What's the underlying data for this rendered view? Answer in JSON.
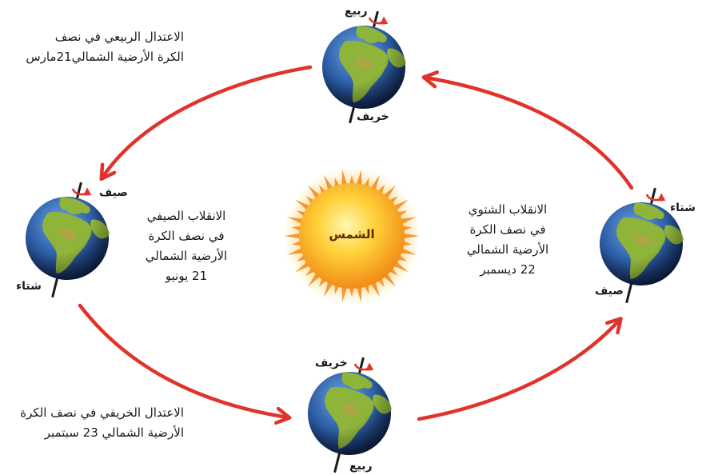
{
  "sun_label": "الشمس",
  "colors": {
    "orbit_arrow": "#e0332b",
    "ocean": "#2e5fa8",
    "land": "#8fb43a",
    "sun_core": "#ffcf3a",
    "sun_rays": "#f08a1c"
  },
  "positions": {
    "top": {
      "caption": [
        "الاعتدال الربيعي  في نصف",
        "الكرة الأرضية الشمالي21مارس"
      ],
      "north_season": "ربيع",
      "south_season": "خريف"
    },
    "left": {
      "caption": [
        "الانقلاب الصيفي",
        "في نصف الكرة",
        "الأرضية الشمالي",
        "21 يونيو"
      ],
      "north_season": "صيف",
      "south_season": "شتاء"
    },
    "bottom": {
      "caption": [
        "الاعتدال الخريفي في نصف الكرة",
        "الأرضية الشمالي 23 سبتمبر"
      ],
      "north_season": "خريف",
      "south_season": "ربيع"
    },
    "right": {
      "caption": [
        "الانقلاب الشتوي",
        "في نصف الكرة",
        "الأرضية الشمالي",
        "22 ديسمبر"
      ],
      "north_season": "شتاء",
      "south_season": "صيف"
    }
  }
}
